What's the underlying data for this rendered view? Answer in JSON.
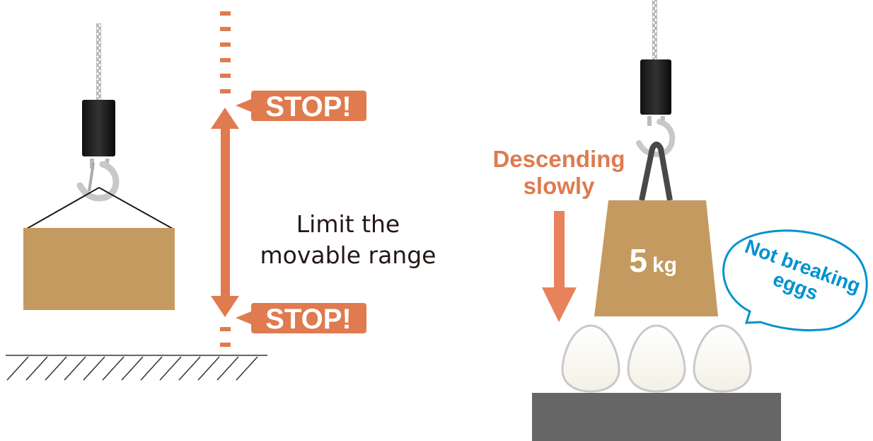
{
  "left_panel": {
    "stop_top": "STOP!",
    "stop_bottom": "STOP!",
    "caption_line1": "Limit the",
    "caption_line2": "movable range"
  },
  "right_panel": {
    "descending_line1": "Descending",
    "descending_line2": "slowly",
    "weight_value": "5",
    "weight_unit": "kg",
    "bubble_line1": "Not breaking",
    "bubble_line2": "eggs"
  },
  "colors": {
    "accent_orange": "#df7b4f",
    "box_tan": "#c49a60",
    "bubble_blue": "#0092cf",
    "base_gray": "#666666"
  }
}
